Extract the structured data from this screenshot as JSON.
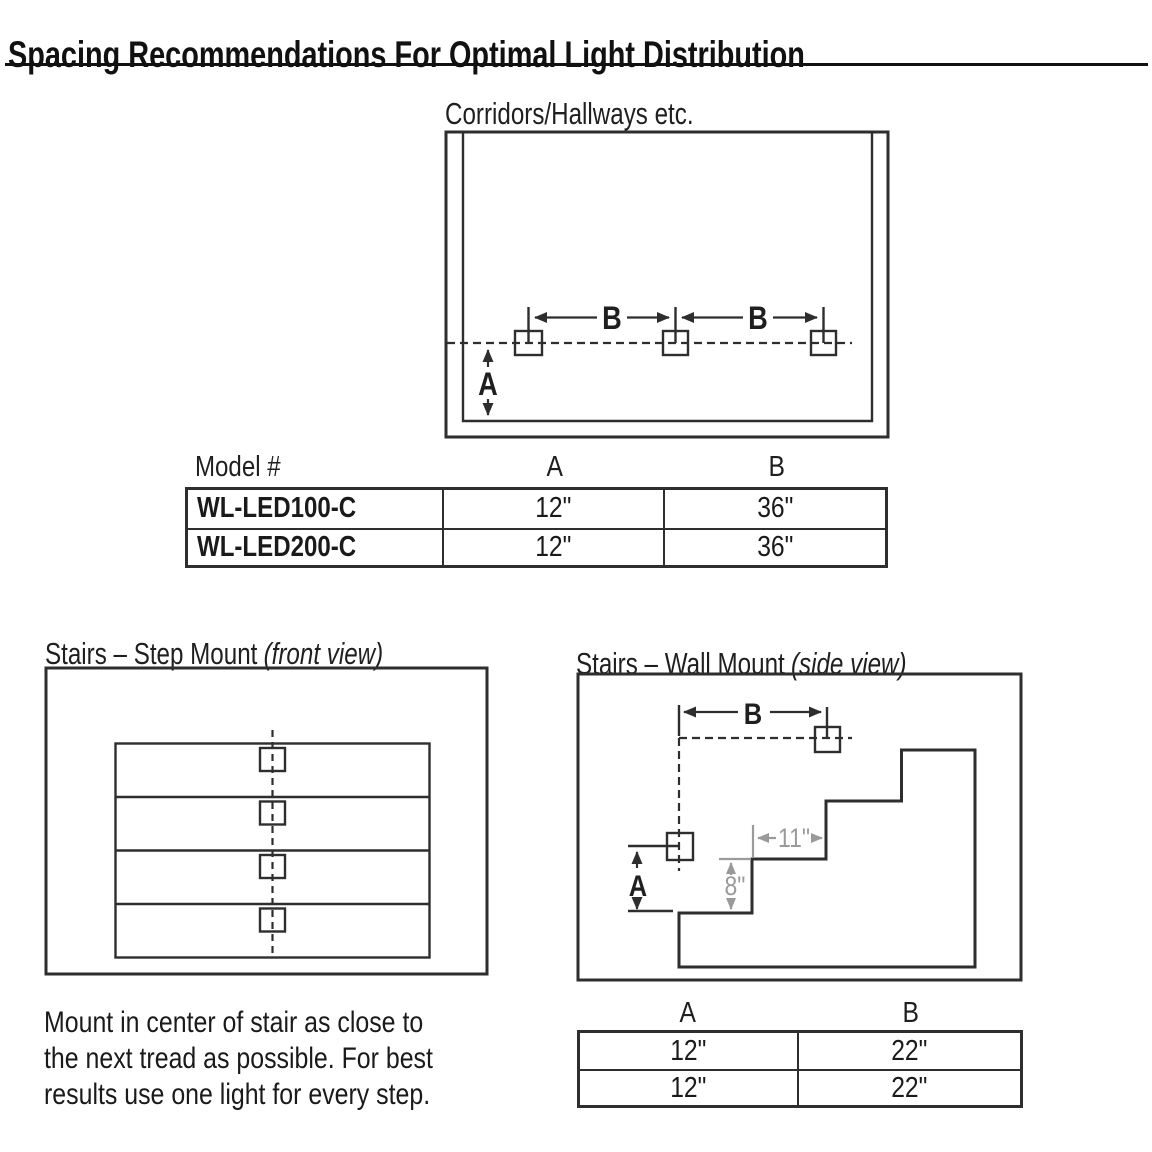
{
  "title": "Spacing Recommendations For Optimal Light Distribution",
  "corridor": {
    "heading": "Corridors/Hallways etc.",
    "dim_a": "A",
    "dim_b": "B"
  },
  "model_table": {
    "col_model": "Model #",
    "col_a": "A",
    "col_b": "B",
    "rows": [
      {
        "model": "WL-LED100-C",
        "a": "12\"",
        "b": "36\""
      },
      {
        "model": "WL-LED200-C",
        "a": "12\"",
        "b": "36\""
      }
    ]
  },
  "step_mount": {
    "heading": "Stairs – Step Mount",
    "view": "(front view)"
  },
  "wall_mount": {
    "heading": "Stairs – Wall Mount",
    "view": "(side view)",
    "dim_a": "A",
    "dim_b": "B",
    "tread_depth": "11\"",
    "riser_height": "8\""
  },
  "spacing_table": {
    "col_a": "A",
    "col_b": "B",
    "rows": [
      {
        "a": "12\"",
        "b": "22\""
      },
      {
        "a": "12\"",
        "b": "22\""
      }
    ]
  },
  "note_lines": [
    "Mount in center of stair as close to",
    "the next tread as possible. For best",
    "results use one light for every step."
  ],
  "colors": {
    "line": "#2e2e2e",
    "gray_dim": "#9a9a9a",
    "text": "#1a1a1a"
  }
}
